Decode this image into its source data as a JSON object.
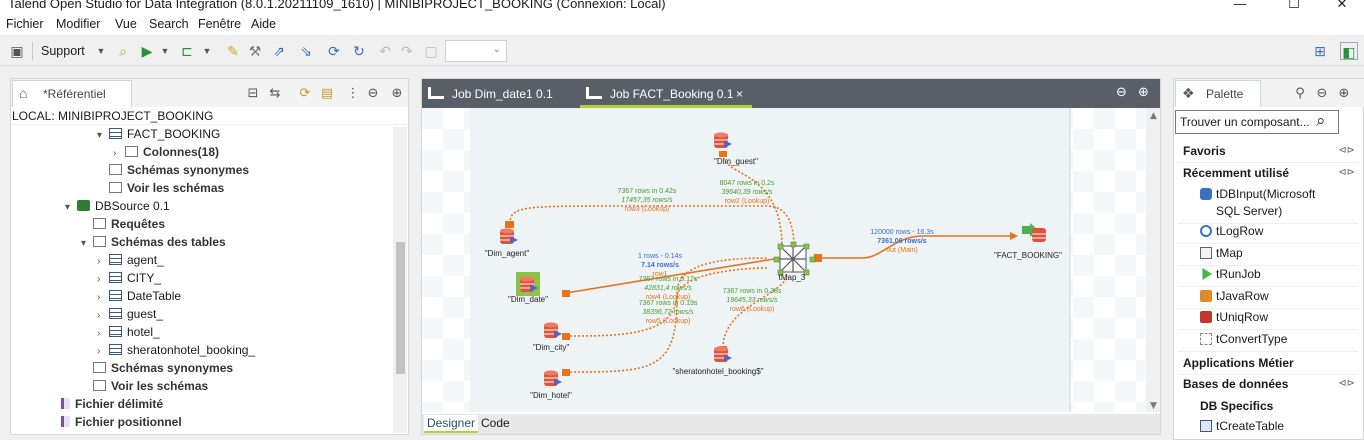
{
  "app": {
    "title": "Talend Open Studio for Data Integration (8.0.1.20211109_1610) | MINIBIPROJECT_BOOKING (Connexion: Local)"
  },
  "menu": [
    "Fichier",
    "Modifier",
    "Vue",
    "Search",
    "Fenêtre",
    "Aide"
  ],
  "toolbar": {
    "support_label": "Support"
  },
  "repository": {
    "tab_label": "*Référentiel",
    "path": "LOCAL: MINIBIPROJECT_BOOKING",
    "items": [
      {
        "label": "FACT_BOOKING",
        "indent": 4,
        "arrow": "▾",
        "icon": "table",
        "bold": false
      },
      {
        "label": "Colonnes(18)",
        "indent": 5,
        "arrow": "›",
        "icon": "folder",
        "bold": true
      },
      {
        "label": "Schémas synonymes",
        "indent": 4,
        "arrow": "",
        "icon": "folder",
        "bold": true
      },
      {
        "label": "Voir les schémas",
        "indent": 4,
        "arrow": "",
        "icon": "folder",
        "bold": true
      },
      {
        "label": "DBSource 0.1",
        "indent": 2,
        "arrow": "▾",
        "icon": "db",
        "bold": false
      },
      {
        "label": "Requêtes",
        "indent": 3,
        "arrow": "",
        "icon": "folder",
        "bold": true
      },
      {
        "label": "Schémas des tables",
        "indent": 3,
        "arrow": "▾",
        "icon": "folder",
        "bold": true
      },
      {
        "label": "agent_",
        "indent": 4,
        "arrow": "›",
        "icon": "table",
        "bold": false
      },
      {
        "label": "CITY_",
        "indent": 4,
        "arrow": "›",
        "icon": "table",
        "bold": false
      },
      {
        "label": "DateTable",
        "indent": 4,
        "arrow": "›",
        "icon": "table",
        "bold": false
      },
      {
        "label": "guest_",
        "indent": 4,
        "arrow": "›",
        "icon": "table",
        "bold": false
      },
      {
        "label": "hotel_",
        "indent": 4,
        "arrow": "›",
        "icon": "table",
        "bold": false
      },
      {
        "label": "sheratonhotel_booking_",
        "indent": 4,
        "arrow": "›",
        "icon": "table",
        "bold": false
      },
      {
        "label": "Schémas synonymes",
        "indent": 3,
        "arrow": "",
        "icon": "folder",
        "bold": true
      },
      {
        "label": "Voir les schémas",
        "indent": 3,
        "arrow": "",
        "icon": "folder",
        "bold": true
      },
      {
        "label": "Fichier délimité",
        "indent": 1,
        "arrow": "",
        "icon": "file",
        "bold": true
      },
      {
        "label": "Fichier positionnel",
        "indent": 1,
        "arrow": "",
        "icon": "file",
        "bold": true
      }
    ]
  },
  "editor": {
    "tabs": [
      {
        "label": "Job Dim_date1 0.1",
        "active": false
      },
      {
        "label": "Job FACT_Booking 0.1",
        "active": true
      }
    ],
    "close_glyph": "×",
    "bottom_tabs": [
      "Designer",
      "Code"
    ]
  },
  "job": {
    "nodes": {
      "dim_guest": "\"Dim_guest\"",
      "dim_agent": "\"Dim_agent\"",
      "dim_date": "\"Dim_date\"",
      "dim_city": "\"Dim_city\"",
      "dim_hotel": "\"Dim_hotel\"",
      "sheraton": "\"sheratonhotel_booking$\"",
      "tmap": "tMap_3",
      "fact": "\"FACT_BOOKING\""
    },
    "links": {
      "agent_stats": [
        "7367 rows in 0.42s",
        "17457,35 rows/s",
        "row3 (Lookup)"
      ],
      "guest_stats": [
        "8047 rows in 0.2s",
        "39640,39 rows/s",
        "row2 (Lookup)"
      ],
      "date_stats": [
        "1 rows - 0.14s",
        "7.14 rows/s",
        "row1"
      ],
      "city_stats": [
        "7367 rows in 0.17s",
        "42831,4 rows/s",
        "row4 (Lookup)"
      ],
      "hotel_stats": [
        "7367 rows in 0.19s",
        "38396,72 rows/s",
        "row5 (Lookup)"
      ],
      "sheraton_stats": [
        "7367 rows in 0.38s",
        "19645,33 rows/s",
        "row6 (Lookup)"
      ],
      "out_stats": [
        "120000 rows - 16.3s",
        "7361.06 rows/s",
        "out (Main)"
      ]
    }
  },
  "palette": {
    "tab_label": "Palette",
    "search_placeholder": "Trouver un composant...",
    "sections": {
      "favoris": "Favoris",
      "recent": "Récemment utilisé",
      "apps": "Applications Métier",
      "db": "Bases de données",
      "db_specifics": "DB Specifics"
    },
    "recent_items": [
      {
        "label": "tDBInput(Microsoft",
        "icon": "db-icon"
      },
      {
        "label": "SQL Server)",
        "icon": ""
      },
      {
        "label": "tLogRow",
        "icon": "magnifier-icon"
      },
      {
        "label": "tMap",
        "icon": "map-icon"
      },
      {
        "label": "tRunJob",
        "icon": "play-icon"
      },
      {
        "label": "tJavaRow",
        "icon": "java-icon"
      },
      {
        "label": "tUniqRow",
        "icon": "uniq-icon"
      },
      {
        "label": "tConvertType",
        "icon": "convert-icon"
      }
    ],
    "db_items": [
      {
        "label": "tCreateTable",
        "icon": "create-table-icon"
      }
    ]
  },
  "colors": {
    "accent_green": "#b3d235",
    "flow_orange": "#e8731a",
    "stats_green": "#4a9a2e",
    "stats_blue": "#3a6fc4"
  }
}
